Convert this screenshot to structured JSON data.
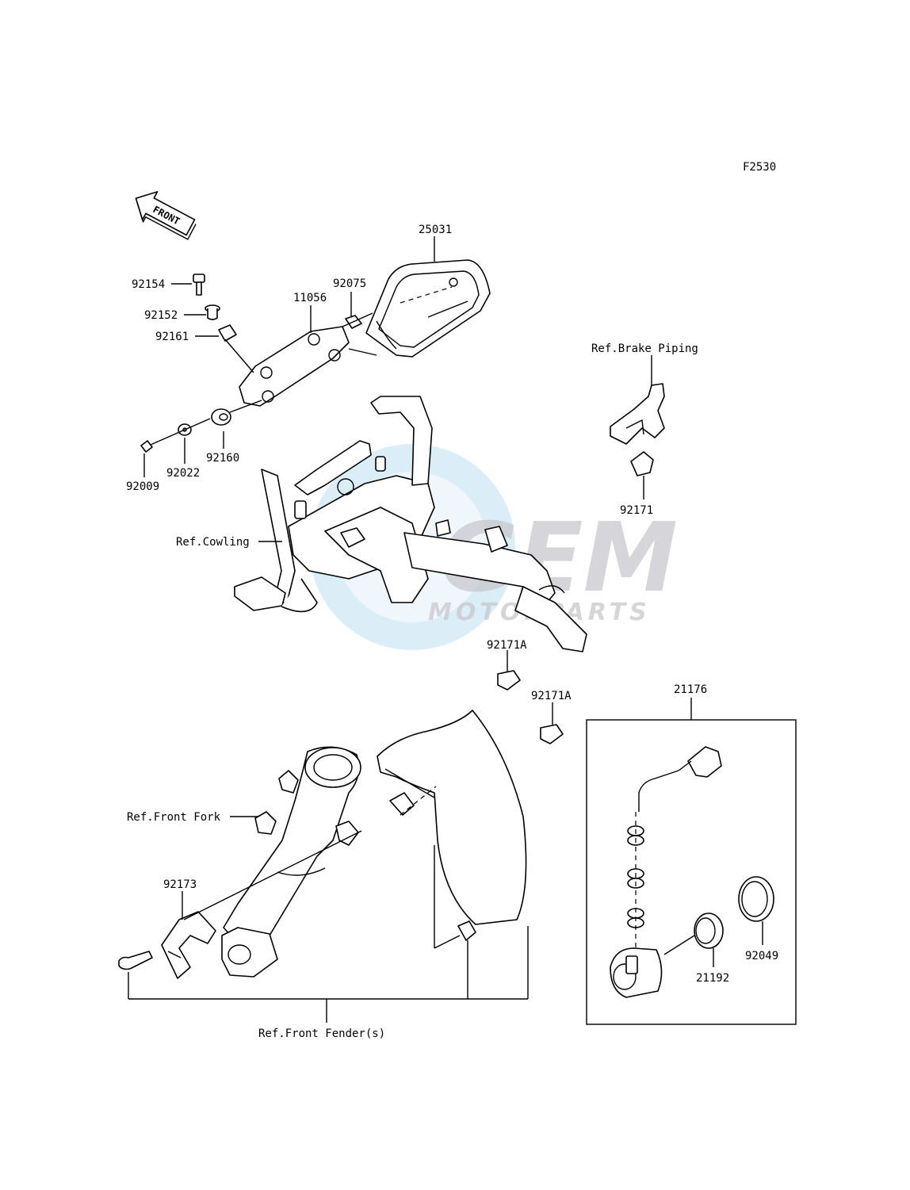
{
  "figure_code": "F2530",
  "front_arrow_label": "FRONT",
  "watermark": {
    "brand": "GEM",
    "sub": "MOTORPARTS"
  },
  "part_labels": [
    {
      "id": "25031",
      "text": "25031"
    },
    {
      "id": "92154",
      "text": "92154"
    },
    {
      "id": "92075",
      "text": "92075"
    },
    {
      "id": "11056",
      "text": "11056"
    },
    {
      "id": "92152",
      "text": "92152"
    },
    {
      "id": "92161",
      "text": "92161"
    },
    {
      "id": "92160",
      "text": "92160"
    },
    {
      "id": "92022",
      "text": "92022"
    },
    {
      "id": "92009",
      "text": "92009"
    },
    {
      "id": "92171",
      "text": "92171"
    },
    {
      "id": "92171A_1",
      "text": "92171A"
    },
    {
      "id": "92171A_2",
      "text": "92171A"
    },
    {
      "id": "21176",
      "text": "21176"
    },
    {
      "id": "92173",
      "text": "92173"
    },
    {
      "id": "21192",
      "text": "21192"
    },
    {
      "id": "92049",
      "text": "92049"
    }
  ],
  "reference_labels": [
    {
      "id": "brake_piping",
      "text": "Ref.Brake Piping"
    },
    {
      "id": "cowling",
      "text": "Ref.Cowling"
    },
    {
      "id": "front_fork",
      "text": "Ref.Front Fork"
    },
    {
      "id": "front_fenders",
      "text": "Ref.Front Fender(s)"
    }
  ]
}
